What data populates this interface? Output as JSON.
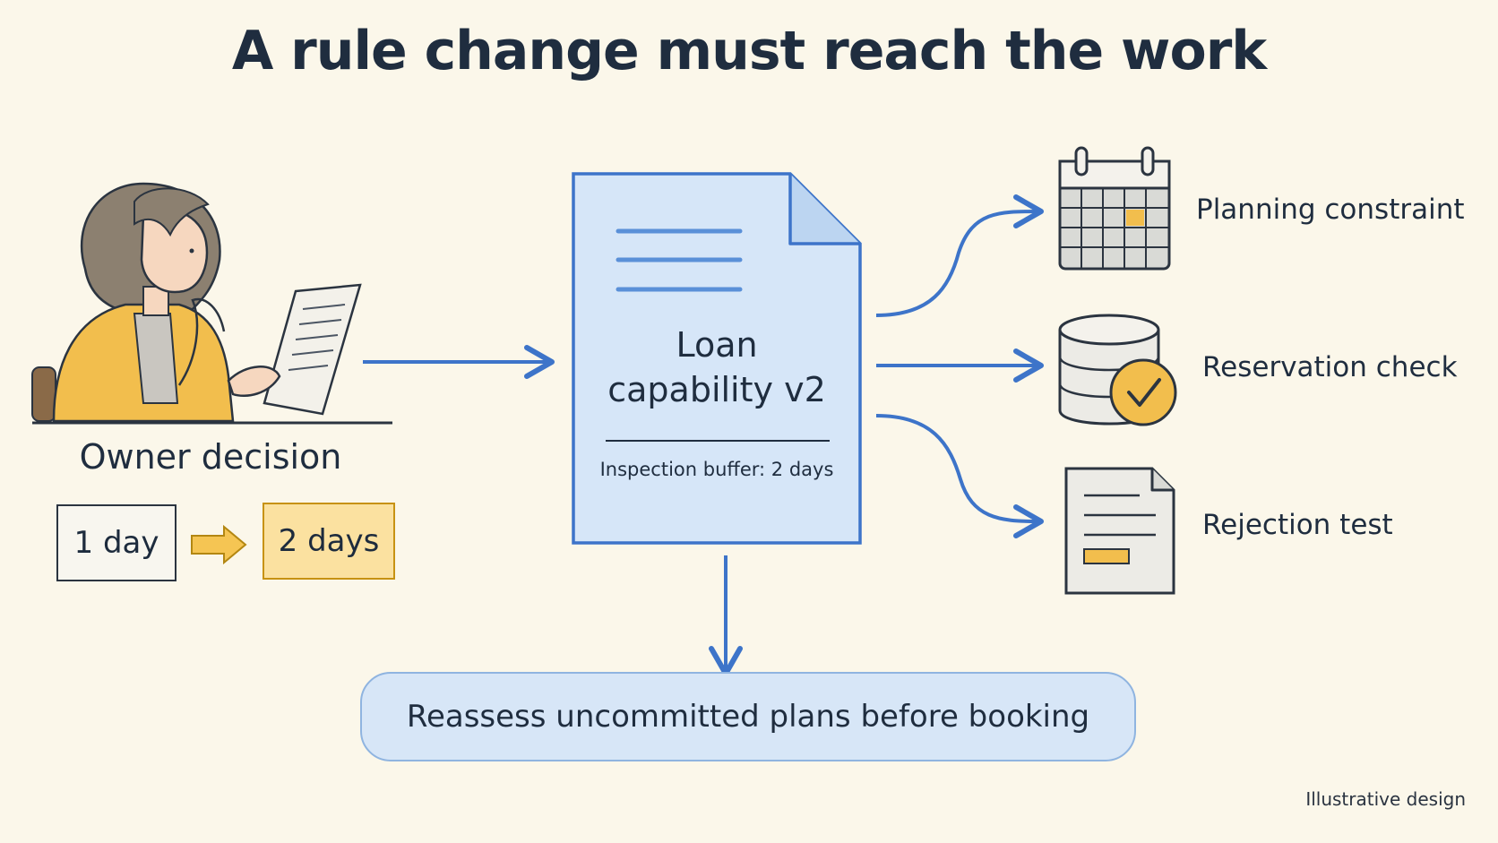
{
  "title": "A rule change must reach the work",
  "owner": {
    "label": "Owner decision",
    "from_value": "1 day",
    "to_value": "2 days"
  },
  "document": {
    "title_line1": "Loan",
    "title_line2": "capability v2",
    "note": "Inspection buffer: 2 days"
  },
  "outputs": [
    {
      "label": "Planning constraint",
      "icon": "calendar-icon"
    },
    {
      "label": "Reservation check",
      "icon": "database-check-icon"
    },
    {
      "label": "Rejection test",
      "icon": "test-document-icon"
    }
  ],
  "result": "Reassess uncommitted plans before booking",
  "footnote": "Illustrative design",
  "colors": {
    "accent_blue": "#3d74c9",
    "doc_fill": "#d6e6f8",
    "highlight_yellow": "#fbe1a0",
    "highlight_border": "#c79212",
    "background": "#fbf7ea"
  }
}
